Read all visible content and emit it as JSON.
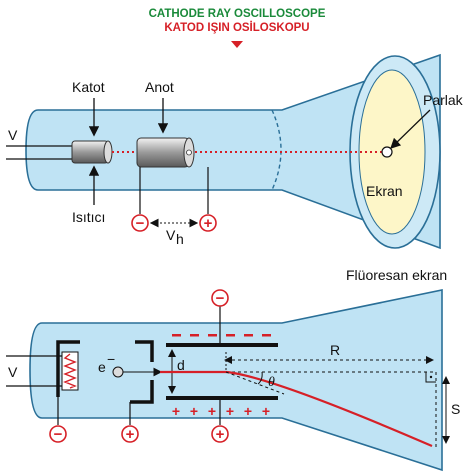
{
  "title_en": "CATHODE RAY OSCILLOSCOPE",
  "title_tr": "KATOD IŞIN OSİLOSKOPU",
  "top_diagram": {
    "label_katot": "Katot",
    "label_anot": "Anot",
    "label_parlak": "Parlak",
    "label_ekran": "Ekran",
    "label_v": "V",
    "label_isitici": "Isıtıcı",
    "label_vh": "V",
    "label_vh_sub": "h",
    "minus_sign": "−",
    "plus_sign": "+"
  },
  "bottom_diagram": {
    "label_floresan": "Flüoresan ekran",
    "label_v": "V",
    "label_e": "e",
    "label_e_sup": "−",
    "label_d": "d",
    "label_r": "R",
    "label_theta": "θ",
    "label_s": "S",
    "minus_sign": "−",
    "plus_sign": "+"
  },
  "colors": {
    "tube_fill": "#bfe3f4",
    "tube_stroke": "#2a6f97",
    "beam": "#d62027",
    "screen_fill": "#fdf6c8",
    "title_green": "#1a8a3a",
    "title_red": "#d62027"
  }
}
